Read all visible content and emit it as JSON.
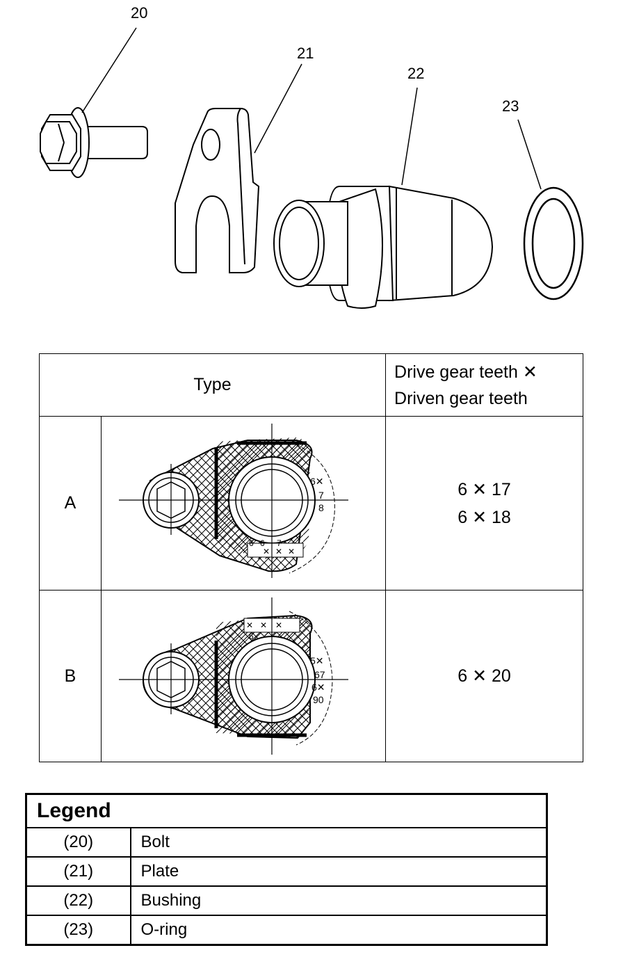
{
  "callouts": [
    "20",
    "21",
    "22",
    "23"
  ],
  "table": {
    "header_type": "Type",
    "header_ratio_line1": "Drive gear teeth ✕",
    "header_ratio_line2": "Driven gear teeth",
    "rows": [
      {
        "type": "A",
        "ratio_line1": "6 ✕ 17",
        "ratio_line2": "6 ✕ 18",
        "marks": [
          "6✕",
          "7",
          "8",
          "6",
          "6",
          "✕",
          "✕",
          "7",
          "✕"
        ]
      },
      {
        "type": "B",
        "ratio_line1": "6 ✕ 20",
        "marks": [
          "5✕",
          "67",
          "6✕",
          "90",
          "✕",
          "✕",
          "✕",
          "6"
        ]
      }
    ]
  },
  "legend": {
    "title": "Legend",
    "items": [
      {
        "num": "(20)",
        "name": "Bolt"
      },
      {
        "num": "(21)",
        "name": "Plate"
      },
      {
        "num": "(22)",
        "name": "Bushing"
      },
      {
        "num": "(23)",
        "name": "O-ring"
      }
    ]
  }
}
